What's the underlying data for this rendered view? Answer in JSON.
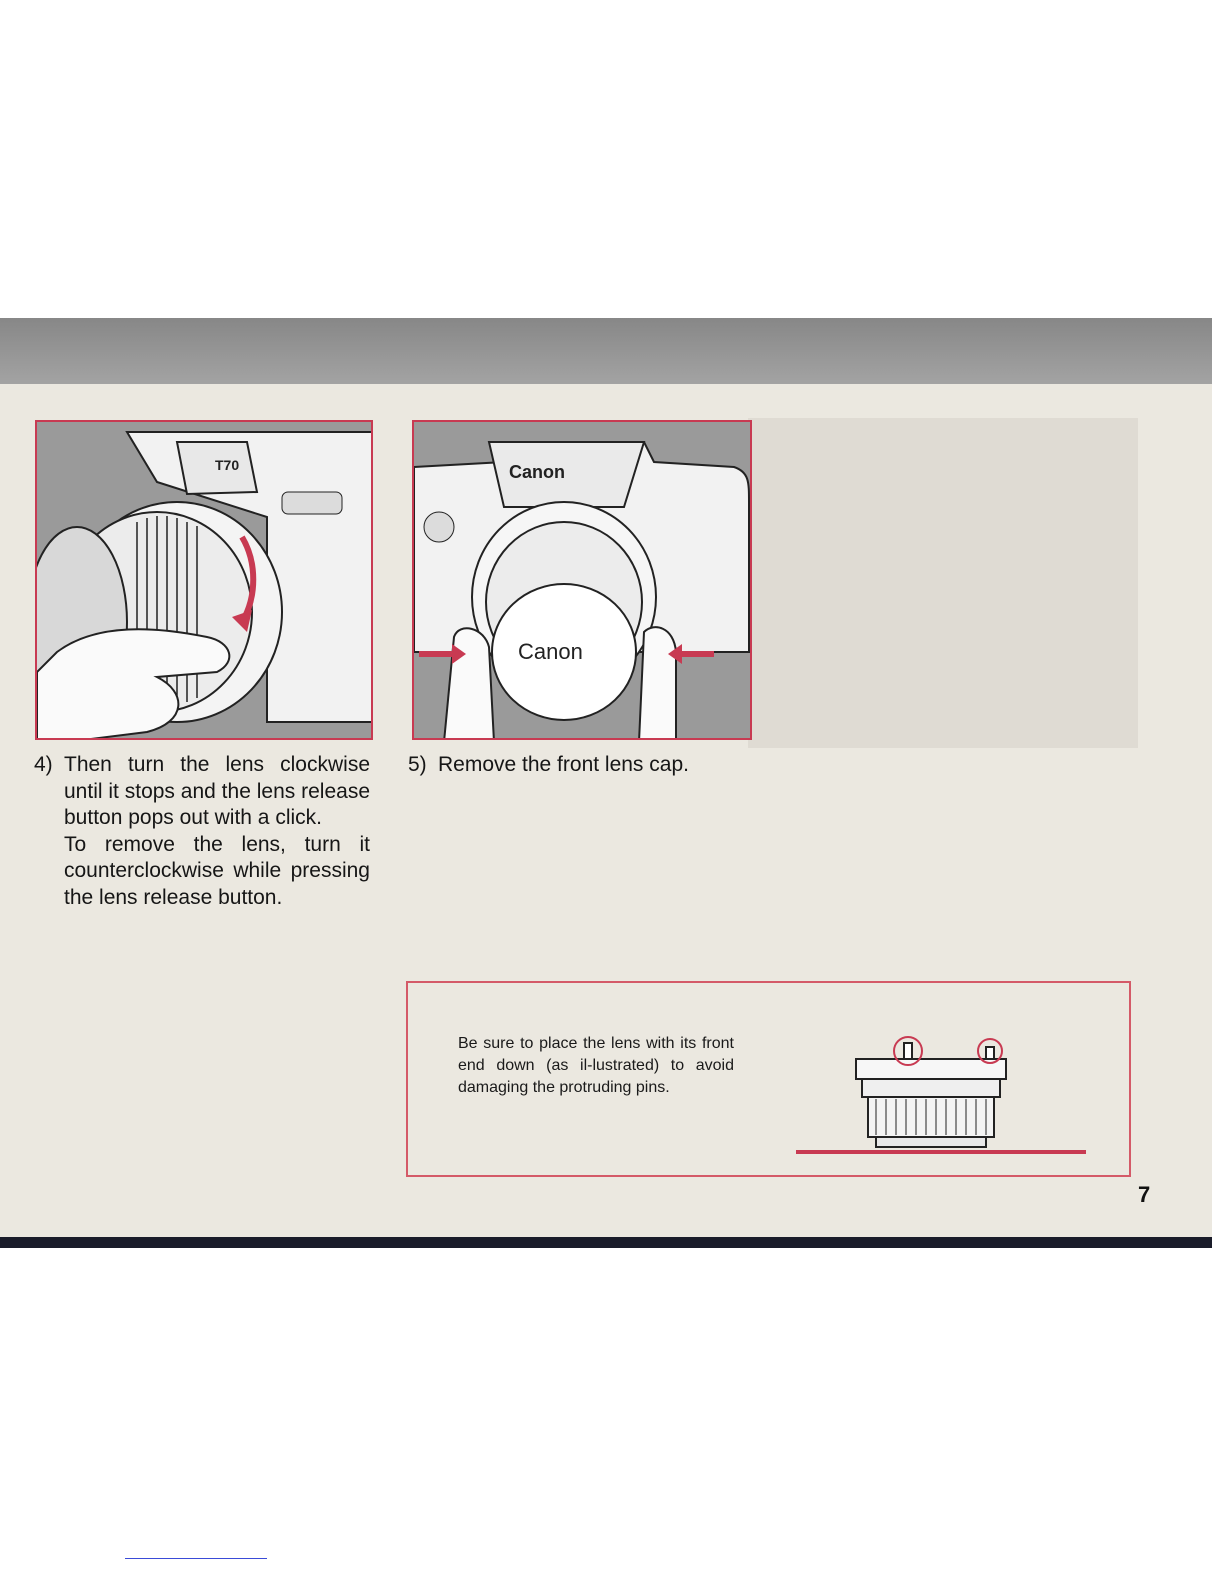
{
  "photos": {
    "left_camera_badge": "T70",
    "right_camera_logo": "Canon",
    "right_lens_cap_logo": "Canon"
  },
  "steps": [
    {
      "number": "4)",
      "text": "Then turn the lens clockwise until it stops and the lens release button pops out with a click.",
      "text2": "To remove the lens, turn it counterclockwise while pressing the lens release button."
    },
    {
      "number": "5)",
      "text": "Remove the front lens cap."
    }
  ],
  "note": {
    "text": "Be sure to place the lens with its front end down (as il-lustrated) to avoid damaging the protruding pins."
  },
  "page_number": "7",
  "colors": {
    "accent_red": "#c83a52",
    "page_bg": "#ebe8e0",
    "photo_bg": "#9a9a9a"
  }
}
